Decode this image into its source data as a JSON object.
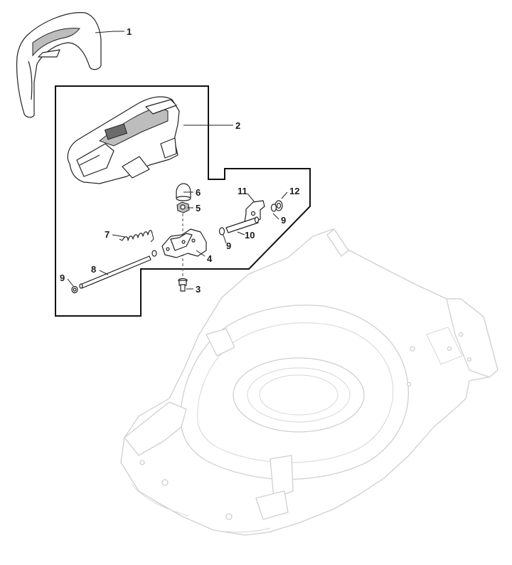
{
  "callouts": {
    "c1": "1",
    "c2": "2",
    "c3": "3",
    "c4": "4",
    "c5": "5",
    "c6": "6",
    "c7": "7",
    "c8": "8",
    "c9a": "9",
    "c9b": "9",
    "c9c": "9",
    "c10": "10",
    "c11": "11",
    "c12": "12"
  }
}
